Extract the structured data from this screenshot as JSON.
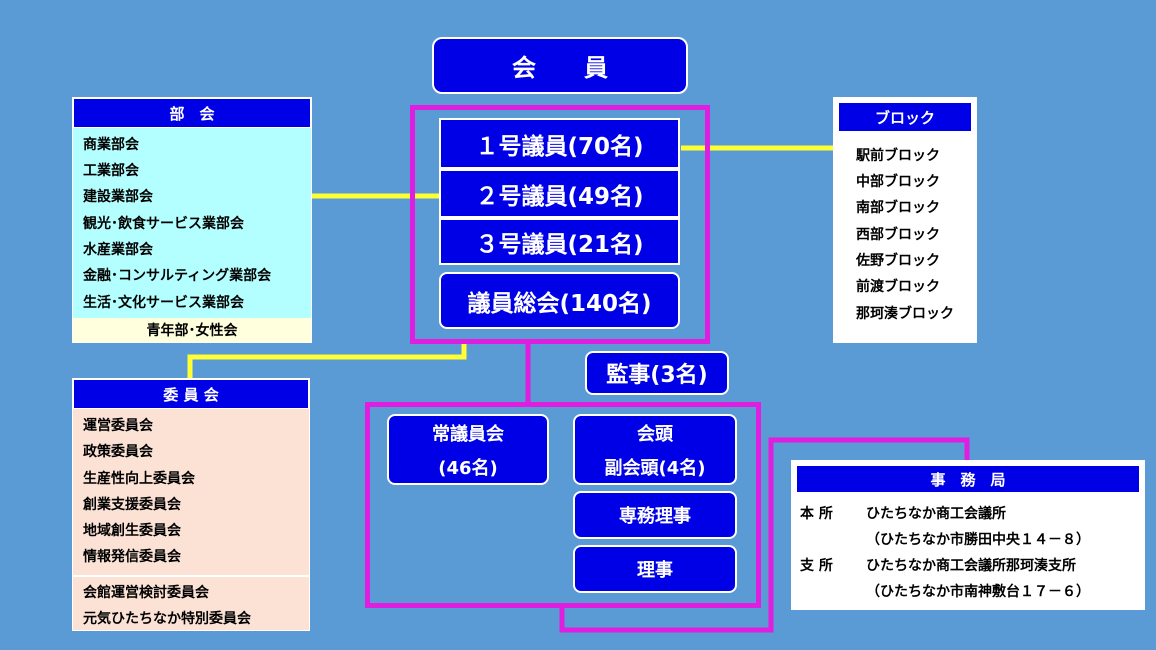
{
  "member": {
    "label": "会　　員"
  },
  "councilors": [
    {
      "label": "１号議員(70名)"
    },
    {
      "label": "２号議員(49名)"
    },
    {
      "label": "３号議員(21名)"
    }
  ],
  "general_assembly": {
    "label": "議員総会(140名)"
  },
  "auditor": {
    "label": "監事(3名)"
  },
  "standing": {
    "line1": "常議員会",
    "line2": "(46名)"
  },
  "president": {
    "line1": "会頭",
    "line2": "副会頭(4名)"
  },
  "managing_director": {
    "label": "専務理事"
  },
  "director": {
    "label": "理事"
  },
  "bukai": {
    "title": "部　会",
    "items": [
      "商業部会",
      "工業部会",
      "建設業部会",
      "観光･飲食サービス業部会",
      "水産業部会",
      "金融･コンサルティング業部会",
      "生活･文化サービス業部会"
    ],
    "footer": "青年部･女性会"
  },
  "iinkai": {
    "title": "委 員 会",
    "items": [
      "運営委員会",
      "政策委員会",
      "生産性向上委員会",
      "創業支援委員会",
      "地域創生委員会",
      "情報発信委員会"
    ],
    "items2": [
      "会館運営検討委員会",
      "元気ひたちなか特別委員会"
    ]
  },
  "block": {
    "title": "ブロック",
    "items": [
      "駅前ブロック",
      "中部ブロック",
      "南部ブロック",
      "西部ブロック",
      "佐野ブロック",
      "前渡ブロック",
      "那珂湊ブロック"
    ]
  },
  "jimukyoku": {
    "title": "事　務　局",
    "honsho_label": "本 所",
    "honsho_name": "ひたちなか商工会議所",
    "honsho_addr": "（ひたちなか市勝田中央１４－８）",
    "shisho_label": "支 所",
    "shisho_name": "ひたちなか商工会議所那珂湊支所",
    "shisho_addr": "（ひたちなか市南神敷台１７－６）"
  },
  "colors": {
    "background": "#5b9bd5",
    "box_blue": "#0000e6",
    "magenta": "#e01ee0",
    "connector_yellow": "#ffff33",
    "bukai_bg": "#b3ffff",
    "bukai_footer_bg": "#ffffdd",
    "iinkai_bg": "#fbe2d5"
  }
}
